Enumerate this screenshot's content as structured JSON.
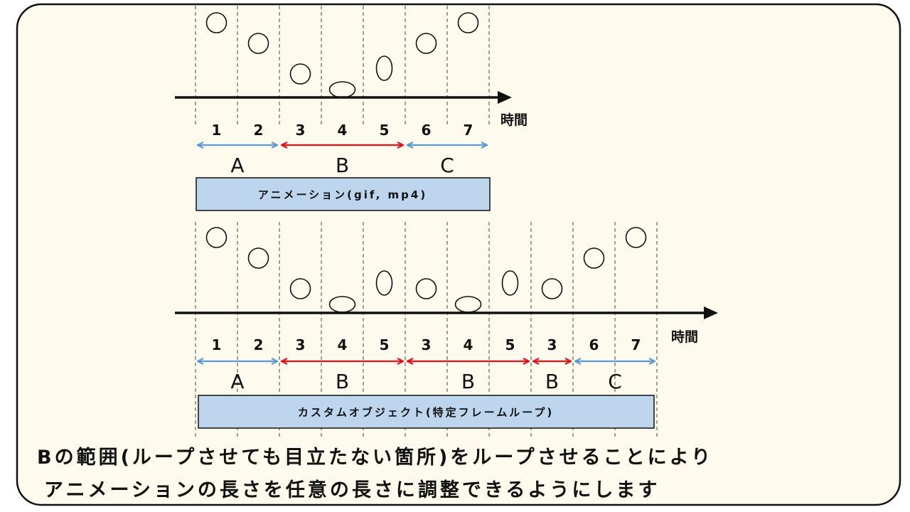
{
  "colors": {
    "background": "#fefbee",
    "border": "#111111",
    "blue_arrow": "#5b9bd5",
    "red_arrow": "#e8101a",
    "bar_fill": "#bdd6ee",
    "axis": "#111111"
  },
  "top": {
    "time_label": "時間",
    "frames": [
      "1",
      "2",
      "3",
      "4",
      "5",
      "6",
      "7"
    ],
    "segments": [
      {
        "label": "A",
        "color": "blue",
        "from": 0,
        "to": 2
      },
      {
        "label": "B",
        "color": "red",
        "from": 2,
        "to": 5
      },
      {
        "label": "C",
        "color": "blue",
        "from": 5,
        "to": 7
      }
    ],
    "bar_label": "アニメーション(gif, mp4)"
  },
  "bottom": {
    "time_label": "時間",
    "frames": [
      "1",
      "2",
      "3",
      "4",
      "5",
      "3",
      "4",
      "5",
      "3",
      "6",
      "7"
    ],
    "segments": [
      {
        "label": "A",
        "color": "blue",
        "from": 0,
        "to": 2
      },
      {
        "label": "B",
        "color": "red",
        "from": 2,
        "to": 5
      },
      {
        "label": "B",
        "color": "red",
        "from": 5,
        "to": 8
      },
      {
        "label": "B",
        "color": "red",
        "from": 8,
        "to": 9
      },
      {
        "label": "C",
        "color": "blue",
        "from": 9,
        "to": 11
      }
    ],
    "bar_label": "カスタムオブジェクト(特定フレームループ)"
  },
  "caption": {
    "line1": "Bの範囲(ループさせても目立たない箇所)をループさせることにより",
    "line2": "アニメーションの長さを任意の長さに調整できるようにします"
  },
  "shape_icons": {
    "frame_1": "circle-high",
    "frame_2": "circle-mid",
    "frame_3": "circle-low",
    "frame_4": "ellipse-squashed",
    "frame_5": "ellipse-stretched",
    "frame_6": "circle-mid",
    "frame_7": "circle-high"
  }
}
